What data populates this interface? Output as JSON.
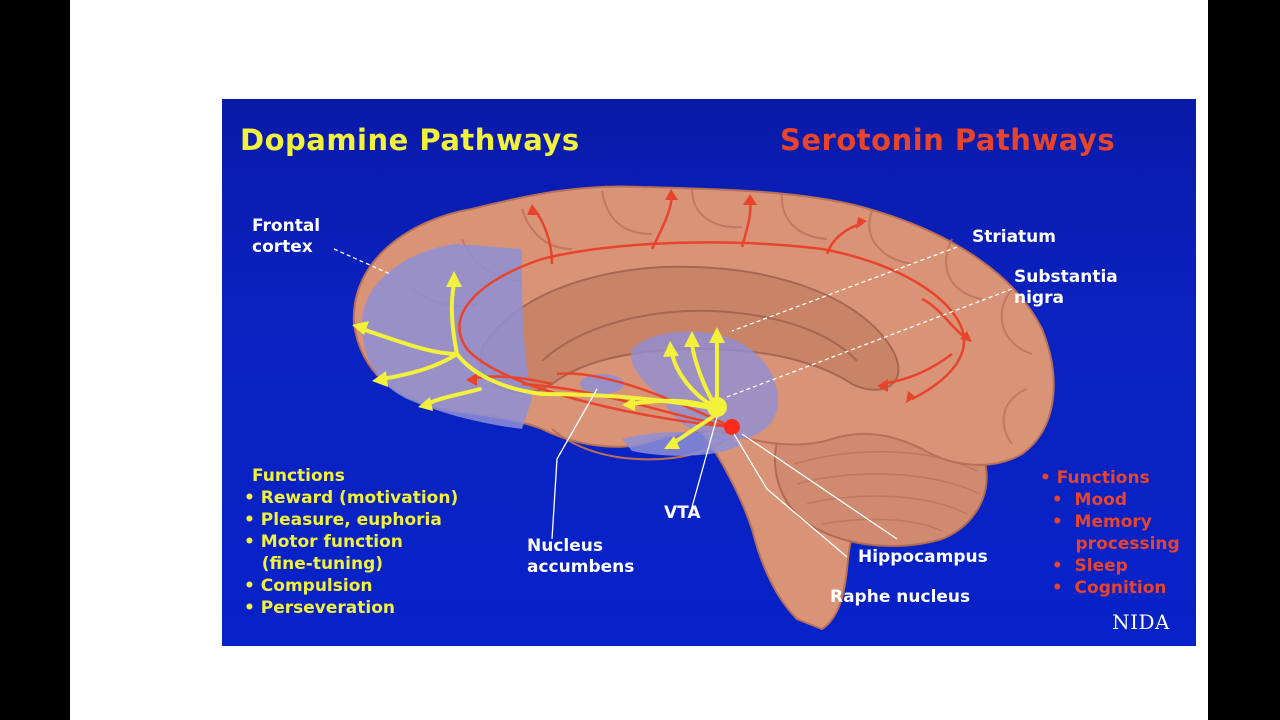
{
  "titles": {
    "dopamine": "Dopamine Pathways",
    "serotonin": "Serotonin Pathways"
  },
  "labels": {
    "frontal_cortex": "Frontal\ncortex",
    "striatum": "Striatum",
    "substantia_nigra": "Substantia\nnigra",
    "vta": "VTA",
    "nucleus_accumbens": "Nucleus\naccumbens",
    "hippocampus": "Hippocampus",
    "raphe_nucleus": "Raphe nucleus"
  },
  "dopamine_functions": {
    "heading": "Functions",
    "items": [
      "• Reward (motivation)",
      "• Pleasure, euphoria",
      "• Motor function\n   (fine-tuning)",
      "• Compulsion",
      "• Perseveration"
    ]
  },
  "serotonin_functions": {
    "heading": "• Functions",
    "items": [
      "  •  Mood",
      "  •  Memory\n      processing",
      "  •  Sleep",
      "  •  Cognition"
    ]
  },
  "credit": "NIDA",
  "colors": {
    "background": "#0a22c0",
    "dopamine": "#f2f23a",
    "serotonin": "#e8442c",
    "brain": "#d99478",
    "region_highlight": "#8e8fd6"
  }
}
